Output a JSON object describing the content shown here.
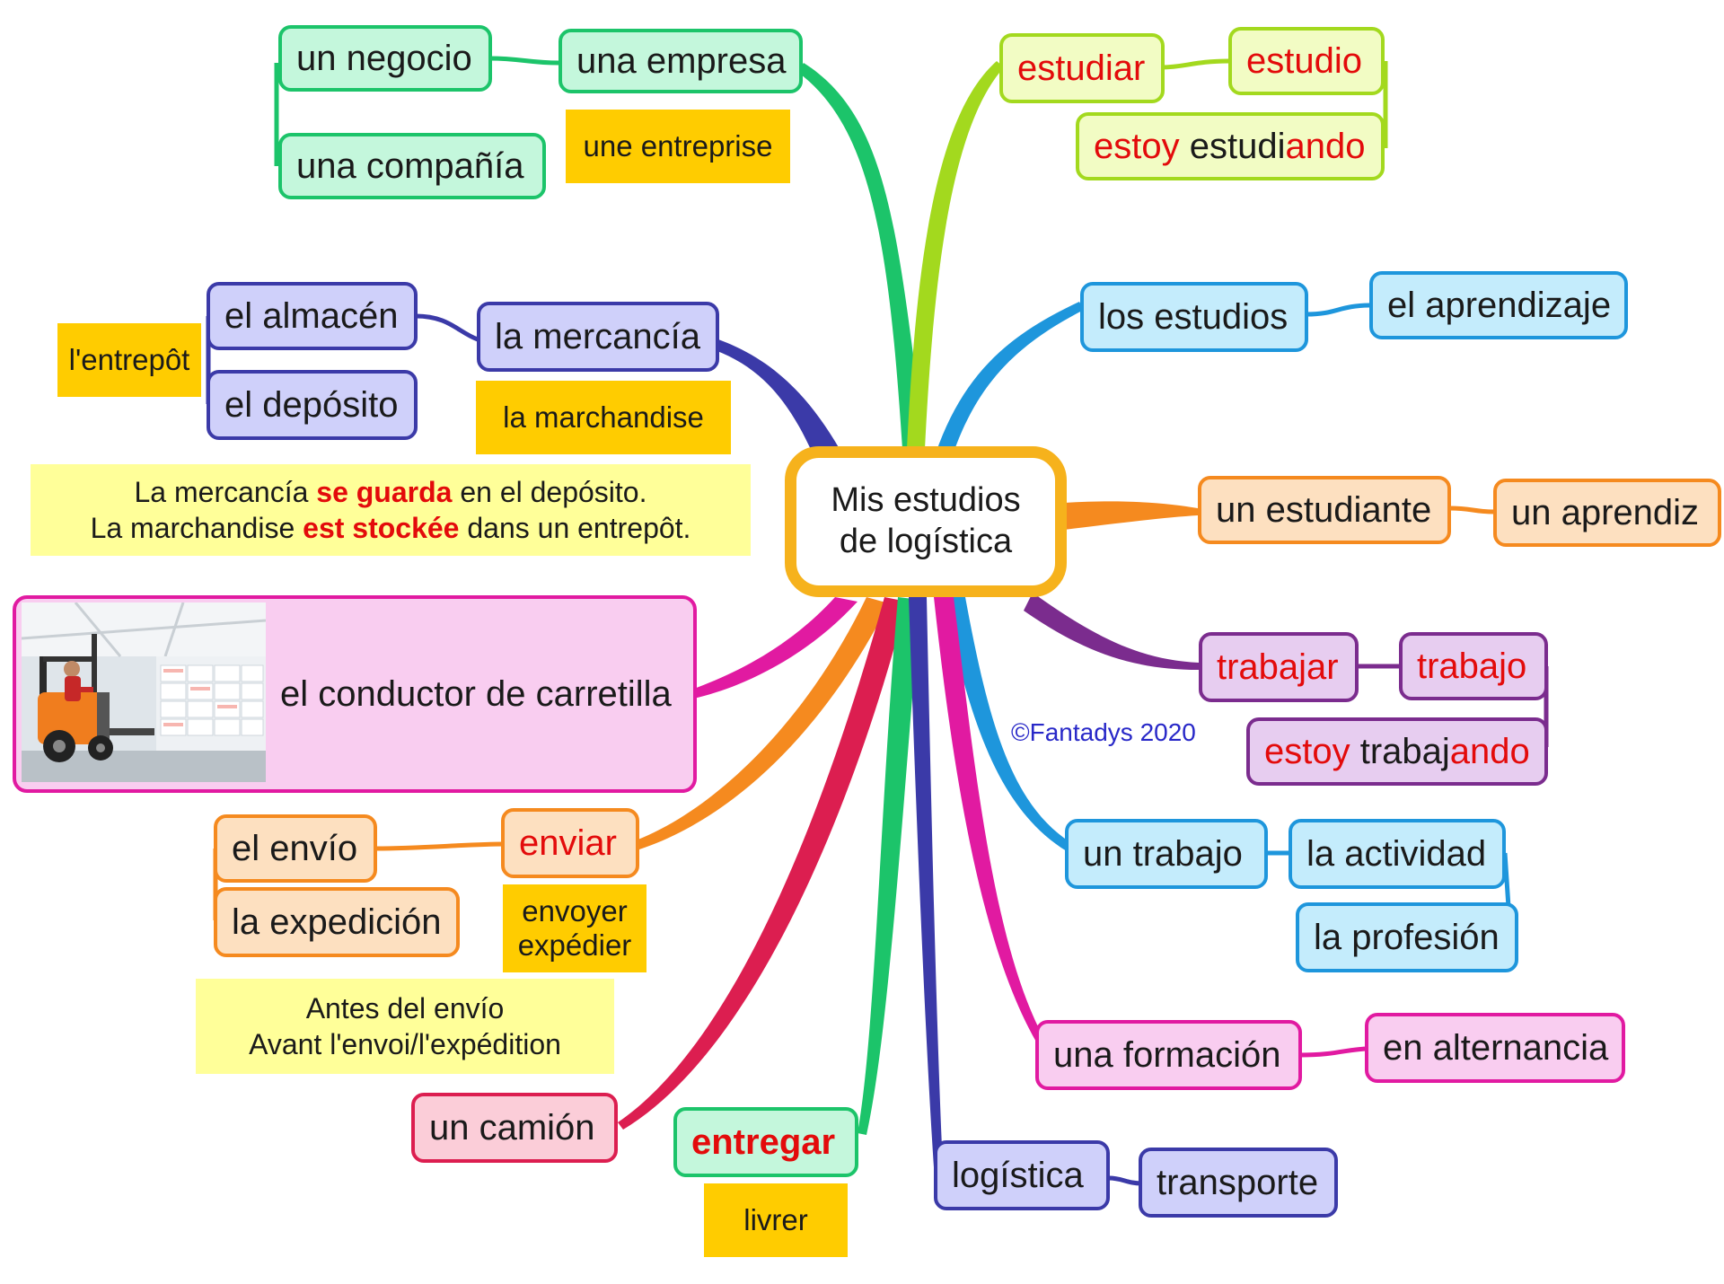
{
  "center": {
    "line1": "Mis estudios",
    "line2": "de logística"
  },
  "copyright": "©Fantadys 2020",
  "colors": {
    "green": "#1cc46a",
    "lime": "#a3d91e",
    "blue": "#1e96dc",
    "navy": "#3b3aa8",
    "orange": "#f58a1f",
    "purple": "#7b2c8e",
    "magenta": "#e11aa1",
    "crimson": "#dc1e50",
    "center_border": "#f6b21c",
    "translation_bg": "#ffcc00",
    "note_bg": "#ffff99",
    "highlight": "#e30b0b"
  },
  "empresa": {
    "main": "una empresa",
    "syn1": "un negocio",
    "syn2": "una compañía",
    "translation": "une entreprise"
  },
  "estudiar": {
    "verb": "estudiar",
    "noun": "estudio",
    "gerund_aux": "estoy",
    "gerund_stem": "estudi",
    "gerund_end": "ando"
  },
  "estudios": {
    "main": "los estudios",
    "syn": "el aprendizaje"
  },
  "mercancia": {
    "main": "la mercancía",
    "place1": "el almacén",
    "place2": "el depósito",
    "place_translation": "l'entrepôt",
    "translation": "la marchandise"
  },
  "mercancia_note": {
    "es_before": "La mercancía ",
    "es_bold": "se guarda",
    "es_after": " en el depósito.",
    "fr_before": "La marchandise ",
    "fr_bold": "est stockée",
    "fr_after": " dans un entrepôt."
  },
  "estudiante": {
    "main": "un estudiante",
    "syn": "un aprendiz"
  },
  "conductor": {
    "label": "el conductor de carretilla",
    "image": "forklift-warehouse-photo"
  },
  "trabajar": {
    "verb": "trabajar",
    "noun": "trabajo",
    "gerund_aux": "estoy",
    "gerund_stem": "trabaj",
    "gerund_end": "ando"
  },
  "enviar": {
    "verb": "enviar",
    "noun1": "el envío",
    "noun2": "la expedición",
    "translation1": "envoyer",
    "translation2": "expédier"
  },
  "envio_note": {
    "line1": "Antes del envío",
    "line2": "Avant l'envoi/l'expédition"
  },
  "trabajo": {
    "main": "un trabajo",
    "syn1": "la actividad",
    "syn2": "la profesión"
  },
  "formacion": {
    "main": "una formación",
    "detail": "en alternancia"
  },
  "camion": {
    "main": "un camión"
  },
  "entregar": {
    "main": "entregar",
    "translation": "livrer"
  },
  "logistica": {
    "main": "logística",
    "syn": "transporte"
  }
}
